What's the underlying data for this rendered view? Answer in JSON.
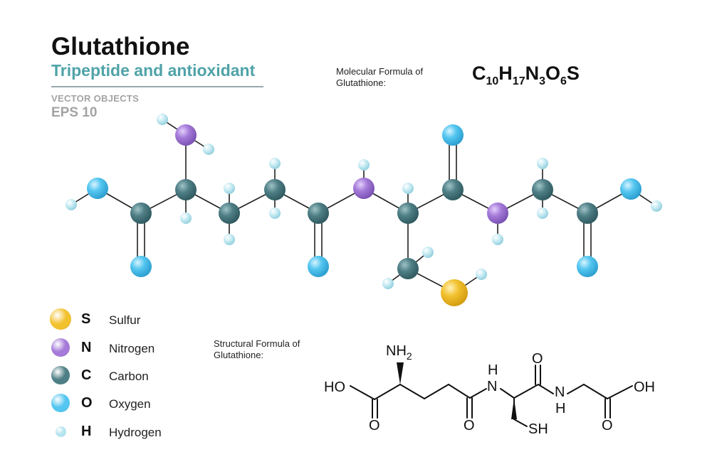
{
  "header": {
    "title": "Glutathione",
    "subtitle": "Tripeptide and antioxidant",
    "vector_label": "VECTOR OBJECTS",
    "eps_label": "EPS 10"
  },
  "molecular": {
    "caption_line1": "Molecular Formula of",
    "caption_line2": "Glutathione:",
    "formula": [
      {
        "el": "C",
        "n": "10"
      },
      {
        "el": "H",
        "n": "17"
      },
      {
        "el": "N",
        "n": "3"
      },
      {
        "el": "O",
        "n": "6"
      },
      {
        "el": "S",
        "n": ""
      }
    ]
  },
  "structural": {
    "caption_line1": "Structural  Formula of",
    "caption_line2": "Glutathione:",
    "labels": {
      "nh2_base": "NH",
      "nh2_sub": "2",
      "ho": "HO",
      "oh": "OH",
      "o1": "O",
      "o2": "O",
      "o3": "O",
      "o4": "O",
      "nh_top_h": "H",
      "nh_top_n": "N",
      "nh_bot_n": "N",
      "nh_bot_h": "H",
      "sh": "SH"
    }
  },
  "legend": [
    {
      "symbol": "S",
      "name": "Sulfur",
      "color": "#f2c12e"
    },
    {
      "symbol": "N",
      "name": "Nitrogen",
      "color": "#a57ad9"
    },
    {
      "symbol": "C",
      "name": "Carbon",
      "color": "#4f7f86"
    },
    {
      "symbol": "O",
      "name": "Oxygen",
      "color": "#54c6f0"
    },
    {
      "symbol": "H",
      "name": "Hydrogen",
      "color": "#b4e4ee"
    }
  ],
  "colors": {
    "title": "#111111",
    "subtitle": "#4fa3a8",
    "muted": "#a3a3a3"
  }
}
